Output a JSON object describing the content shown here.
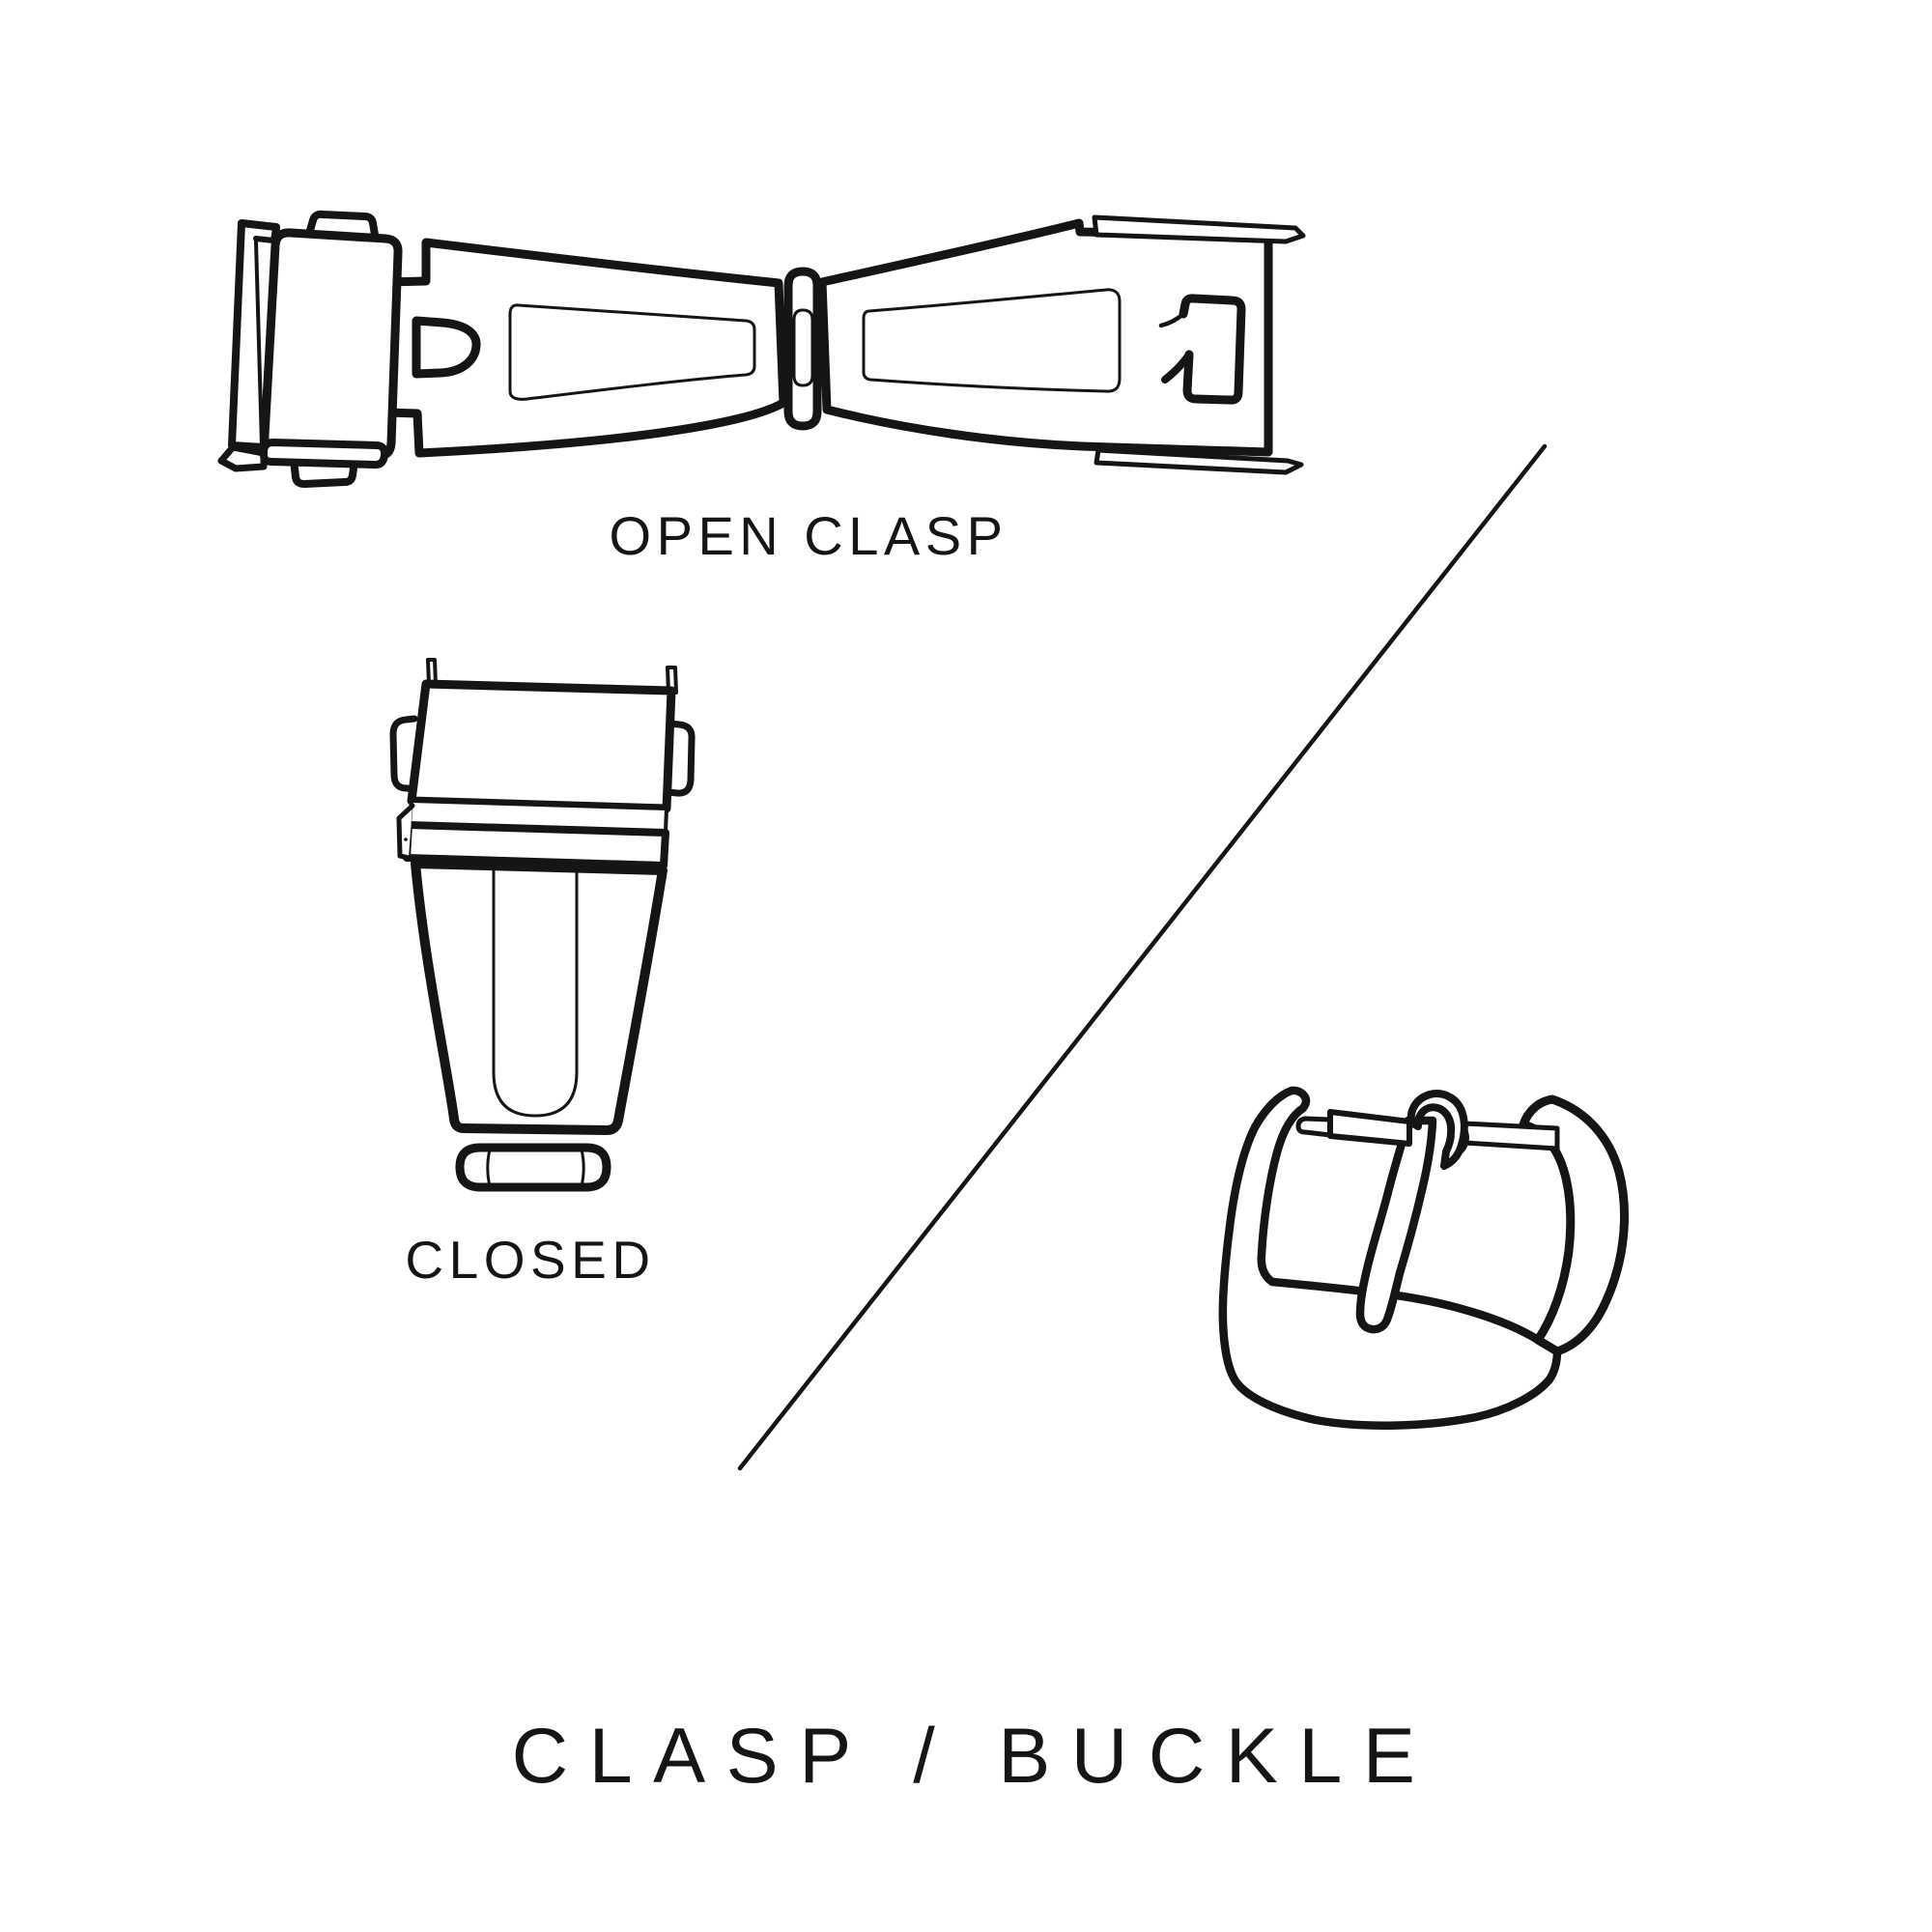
{
  "page": {
    "background_color": "#ffffff",
    "ink_color": "#151515",
    "title": "CLASP / BUCKLE"
  },
  "figures": {
    "open_clasp": {
      "caption": "OPEN CLASP",
      "icon": "watch-deployant-clasp-open-icon"
    },
    "closed_clasp": {
      "caption": "CLOSED",
      "icon": "watch-deployant-clasp-closed-icon"
    },
    "pin_buckle": {
      "icon": "watch-pin-buckle-icon"
    }
  },
  "divider": {
    "icon": "diagonal-divider-line"
  }
}
